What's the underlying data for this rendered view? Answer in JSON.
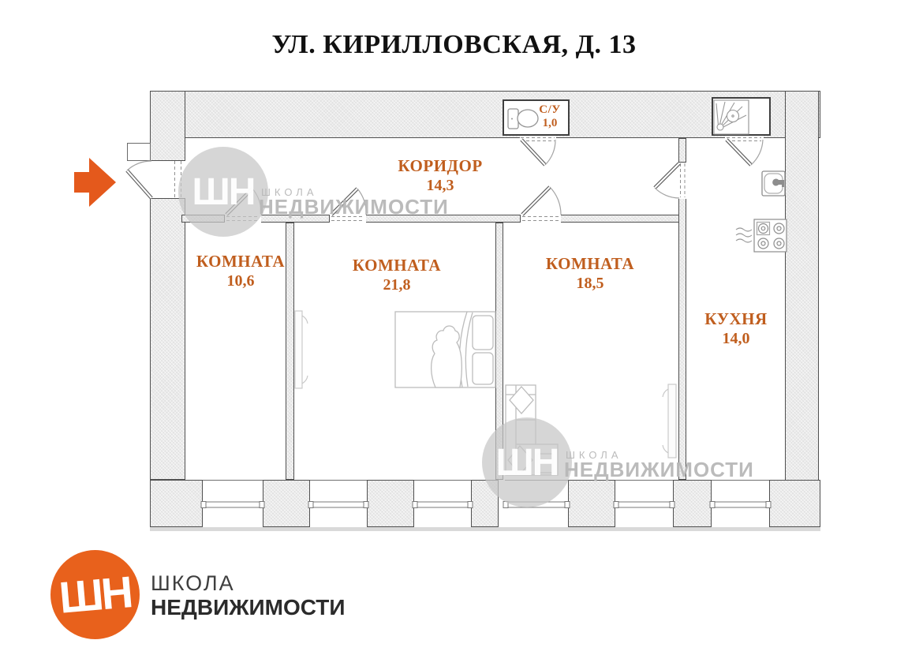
{
  "title": "УЛ. КИРИЛЛОВСКАЯ, Д. 13",
  "plan": {
    "corridor": {
      "name": "КОРИДОР",
      "area": "14,3"
    },
    "bathroom": {
      "name": "С/У",
      "area": "1,0"
    },
    "room_left": {
      "name": "КОМНАТА",
      "area": "10,6"
    },
    "room_center": {
      "name": "КОМНАТА",
      "area": "21,8"
    },
    "room_right": {
      "name": "КОМНАТА",
      "area": "18,5"
    },
    "kitchen": {
      "name": "КУХНЯ",
      "area": "14,0"
    },
    "fixtures": [
      "entrance-arrow-icon",
      "entry-door-icon",
      "toilet-icon",
      "shower-icon",
      "sink-icon",
      "stove-icon",
      "heat-waves-icon",
      "bed-icon",
      "sofa-icon",
      "window-icon",
      "door-icon",
      "wardrobe-door-icon"
    ]
  },
  "watermark": {
    "monogram": "ШН",
    "line1": "ШКОЛА",
    "line2": "НЕДВИЖИМОСТИ"
  },
  "logo": {
    "monogram": "ШН",
    "line1": "ШКОЛА",
    "line2": "НЕДВИЖИМОСТИ"
  },
  "colors": {
    "label_accent": "#c05e1e",
    "title_color": "#111111",
    "logo_orange": "#e8611c",
    "arrow_orange": "#e4591c",
    "wall_fill": "#e2e2e2",
    "wall_border": "#4f4f4f",
    "watermark_gray": "#c3c3c3",
    "fixture_gray": "#bcbcbc"
  }
}
